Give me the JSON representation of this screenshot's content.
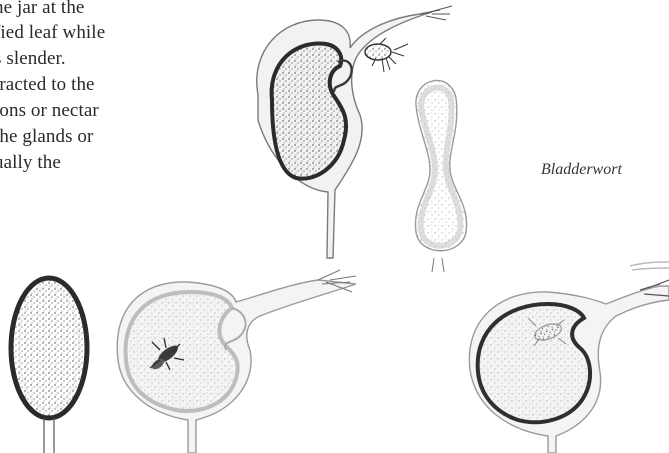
{
  "paragraph_lines": [
    "he jar at the",
    "fied leaf while",
    "s slender.",
    "tracted to the",
    "ions or nectar",
    "the glands or",
    "ually the"
  ],
  "caption": "Bladderwort"
}
